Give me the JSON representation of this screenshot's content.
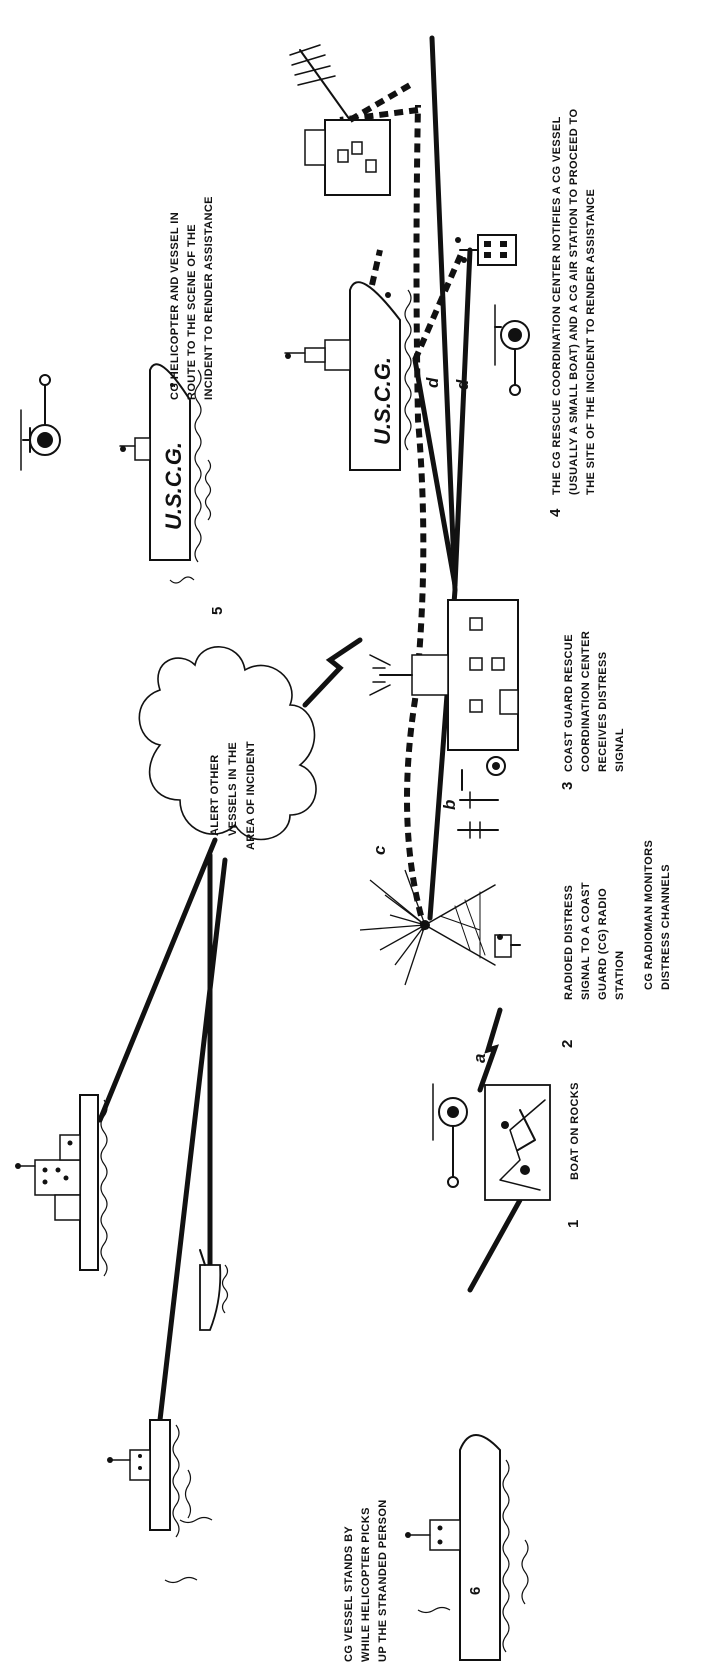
{
  "labels": {
    "step1": "BOAT ON ROCKS",
    "step2_line1": "RADIOED DISTRESS",
    "step2_line2": "SIGNAL TO A COAST",
    "step2_line3": "GUARD (CG) RADIO",
    "step2_line4": "STATION",
    "monitors_line1": "CG RADIOMAN MONITORS",
    "monitors_line2": "DISTRESS CHANNELS",
    "step3_line1": "COAST GUARD RESCUE",
    "step3_line2": "COORDINATION CENTER",
    "step3_line3": "RECEIVES DISTRESS",
    "step3_line4": "SIGNAL",
    "step4_line1": "THE CG RESCUE COORDINATION CENTER NOTIFIES A CG VESSEL",
    "step4_line2": "(USUALLY A SMALL BOAT) AND A CG AIR STATION TO PROCEED TO",
    "step4_line3": "THE SITE OF THE INCIDENT TO RENDER ASSISTANCE",
    "step5_line1": "CG HELICOPTER AND VESSEL IN",
    "step5_line2": "ROUTE TO THE SCENE OF THE",
    "step5_line3": "INCIDENT TO RENDER ASSISTANCE",
    "step6_line1": "CG VESSEL STANDS BY",
    "step6_line2": "WHILE HELICOPTER PICKS",
    "step6_line3": "UP THE STRANDED PERSON",
    "cloud_line1": "ALERT OTHER",
    "cloud_line2": "VESSELS IN THE",
    "cloud_line3": "AREA OF INCIDENT"
  },
  "numbers": {
    "n1": "1",
    "n2": "2",
    "n3": "3",
    "n4": "4",
    "n5": "5",
    "n6": "6"
  },
  "path_letters": {
    "a": "a",
    "b": "b",
    "c": "c",
    "d1": "d",
    "d2": "d"
  },
  "hull_text": {
    "ship_upper": "U.S.C.G.",
    "ship_lower": "U.S.C.G."
  }
}
